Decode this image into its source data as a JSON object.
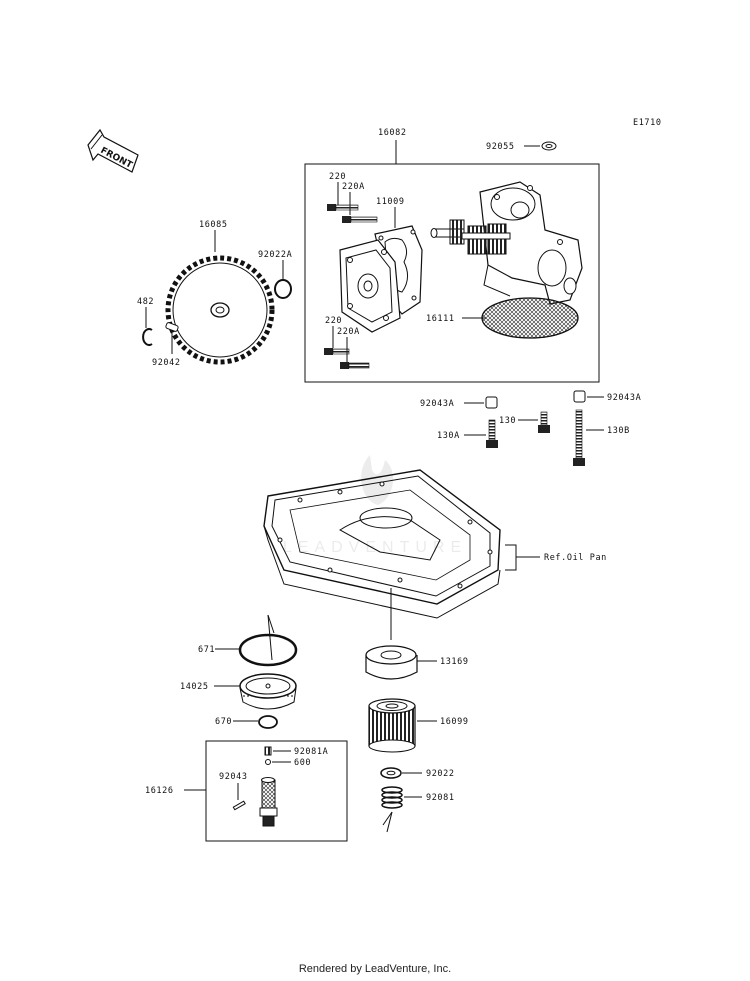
{
  "diagram_code": "E1710",
  "front_label": "FRONT",
  "watermark": "LEADVENTURE",
  "parts": {
    "p16082": "16082",
    "p92055": "92055",
    "p220_top": "220",
    "p220A_top": "220A",
    "p11009": "11009",
    "p16085": "16085",
    "p92022A": "92022A",
    "p482": "482",
    "p92042": "92042",
    "p220_bot": "220",
    "p220A_bot": "220A",
    "p16111": "16111",
    "p92043A_left": "92043A",
    "p92043A_right": "92043A",
    "p130": "130",
    "p130A": "130A",
    "p130B": "130B",
    "ref_oil_pan": "Ref.Oil Pan",
    "p671": "671",
    "p13169": "13169",
    "p14025": "14025",
    "p670": "670",
    "p16099": "16099",
    "p92081A": "92081A",
    "p600": "600",
    "p92043": "92043",
    "p16126": "16126",
    "p92022": "92022",
    "p92081": "92081"
  },
  "footer": "Rendered by LeadVenture, Inc."
}
